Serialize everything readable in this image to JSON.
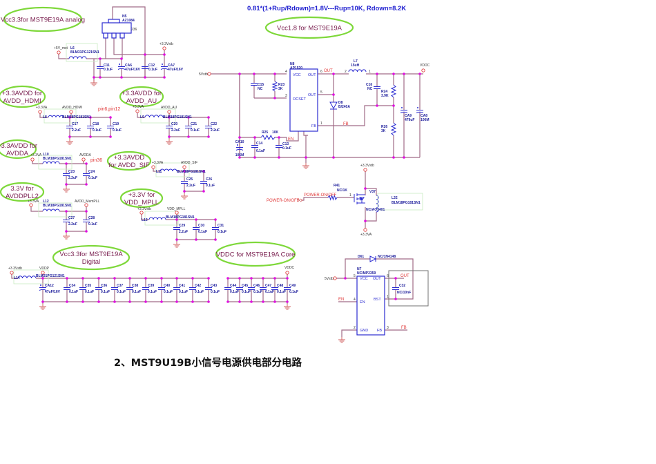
{
  "title": "2、MST9U19B小信号电源供电部分电路",
  "formula": "0.81*(1+Rup/Rdown)=1.8V---Rup=10K, Rdown=8.2K",
  "colors": {
    "wire": "#a06a86",
    "symbol": "#2a2ad0",
    "junction": "#e010e0",
    "note_outline": "#7ed83a",
    "note_text": "#7a2050",
    "red_label": "#e03a3a"
  },
  "analog": {
    "note": [
      "Vcc3.3for MST9E19A analog"
    ],
    "reg_ref": "N5",
    "reg_part": "AZ1084",
    "reg_pkg": "236",
    "in_net": "+5V_mst",
    "out_net": "+3.3Vstb",
    "net_5vstb": "5Vstb",
    "inductor": {
      "ref": "L6",
      "value": "BLM31PG121SN1"
    },
    "caps": [
      {
        "ref": "C11",
        "value": "0.1uF"
      },
      {
        "ref": "CA6",
        "value": "47uF/16V"
      },
      {
        "ref": "C12",
        "value": "0.1uF"
      },
      {
        "ref": "CA7",
        "value": "47uF/16V"
      }
    ]
  },
  "vcc18": {
    "note": [
      "Vcc1.8 for MST9E19A"
    ],
    "in_net": "5Vstb",
    "out_net": "VDDC",
    "ic": {
      "ref": "N8",
      "part": "AP1520",
      "pins": {
        "vcc": "VCC",
        "ocset": "OCSET",
        "out1": "OUT",
        "out2": "OUT",
        "fb": "FB"
      },
      "pin_numbers": {
        "vcc": "4",
        "ocset": "3",
        "out1": "6",
        "out2": "5",
        "fb": "1"
      }
    },
    "out_label": "OUT",
    "fb_label": "FB",
    "en_label": "EN",
    "inductor": {
      "ref": "L7",
      "value": "15uH",
      "pin_a": "2",
      "pin_b": "1"
    },
    "diode": {
      "ref": "D8",
      "value": "B/240A"
    },
    "parts": {
      "C15": {
        "ref": "C15",
        "value": "NC"
      },
      "R23": {
        "ref": "R23",
        "value": "3K"
      },
      "R25": {
        "ref": "R25",
        "value": "10K"
      },
      "CA10": {
        "ref": "CA10",
        "value": "106M"
      },
      "C14": {
        "ref": "C14",
        "value": "0.1uF"
      },
      "C13": {
        "ref": "C13",
        "value": "0.1uF"
      },
      "C16": {
        "ref": "C16",
        "value": "NC"
      },
      "R24": {
        "ref": "R24",
        "value": "3.9K"
      },
      "R26": {
        "ref": "R26",
        "value": "3K"
      },
      "CA9": {
        "ref": "CA9",
        "value": "479uF"
      },
      "CA8": {
        "ref": "CA8",
        "value": "106M"
      }
    }
  },
  "hdmi": {
    "note": [
      "+3.3AVDD for",
      "AVDD_HDMI"
    ],
    "in_net": "+3.3VA",
    "out_net": "AVDD_HDMI",
    "inductor": {
      "ref": "L8",
      "value": "BLM18PG181SN1"
    },
    "pin_note": "pin6,pin12",
    "caps": [
      {
        "ref": "C17",
        "value": "2.2uF"
      },
      {
        "ref": "C18",
        "value": "0.1uF"
      },
      {
        "ref": "C19",
        "value": "0.1uF"
      }
    ]
  },
  "au": {
    "note": [
      "+3.3AVDD for",
      "AVDD_AU"
    ],
    "in_net": "+3.3VA",
    "out_net": "AVDD_AU",
    "inductor": {
      "ref": "L9",
      "value": "BLM18PG181SN1"
    },
    "caps": [
      {
        "ref": "C20",
        "value": "2.2uF"
      },
      {
        "ref": "C21",
        "value": "0.1uF"
      },
      {
        "ref": "C22",
        "value": "2.2uF"
      }
    ]
  },
  "avdda": {
    "note": [
      "+3.3AVDD for",
      "AVDDA"
    ],
    "in_net": "+3.3VA",
    "out_net": "AVDDA",
    "inductor": {
      "ref": "L10",
      "value": "BLM18PG181SN1"
    },
    "pin_note": "pin36",
    "caps": [
      {
        "ref": "C23",
        "value": "2.2uF"
      },
      {
        "ref": "C24",
        "value": "0.1uF"
      }
    ]
  },
  "sif": {
    "note": [
      "+3.3AVDD",
      "for AVDD_SIF"
    ],
    "in_net": "+3.3VA",
    "out_net": "AVDD_SIF",
    "inductor": {
      "ref": "L11",
      "value": "BLM18PG181SN1"
    },
    "caps": [
      {
        "ref": "C25",
        "value": "2.2uF"
      },
      {
        "ref": "C26",
        "value": "0.1uF"
      }
    ]
  },
  "pll2": {
    "note": [
      "3.3V    for",
      "AVDDPLL2"
    ],
    "in_net": "+3.3VA",
    "out_net": "AVDD_MemPLL",
    "inductor": {
      "ref": "L12",
      "value": "BLM18PG181SN1"
    },
    "caps": [
      {
        "ref": "C27",
        "value": "2.2uF"
      },
      {
        "ref": "C28",
        "value": "0.1uF"
      }
    ]
  },
  "mpll": {
    "note": [
      "+3.3V  for",
      "VDD_MPLL"
    ],
    "in_net": "+3.3Vstb",
    "out_net": "VDD_MPLL",
    "inductor": {
      "ref": "L13",
      "value": "BLM18PG181SN1"
    },
    "caps": [
      {
        "ref": "C29",
        "value": "2.2uF"
      },
      {
        "ref": "C30",
        "value": "0.1uF"
      },
      {
        "ref": "C31",
        "value": "0.1uF"
      }
    ]
  },
  "digital": {
    "note": [
      "Vcc3.3for MST9E19A",
      "Digital"
    ],
    "in_net": "+3.3Vstb",
    "out_net": "VDDP",
    "inductor": {
      "ref": "L14",
      "value": "BLM31PG121SN1"
    },
    "caps": [
      {
        "ref": "CA12",
        "value": "47uF/16V"
      },
      {
        "ref": "C34",
        "value": "0.1uF"
      },
      {
        "ref": "C35",
        "value": "0.1uF"
      },
      {
        "ref": "C36",
        "value": "0.1uF"
      },
      {
        "ref": "C37",
        "value": "0.1uF"
      },
      {
        "ref": "C38",
        "value": "0.1uF"
      },
      {
        "ref": "C39",
        "value": "0.1uF"
      },
      {
        "ref": "C40",
        "value": "0.1uF"
      },
      {
        "ref": "C41",
        "value": "0.1uF"
      },
      {
        "ref": "C42",
        "value": "0.1uF"
      },
      {
        "ref": "C43",
        "value": "0.1uF"
      }
    ]
  },
  "core": {
    "note": [
      "VDDC for MST9E19A Core"
    ],
    "out_net": "VDDC",
    "caps": [
      {
        "ref": "C44",
        "value": "0.1uF"
      },
      {
        "ref": "C45",
        "value": "0.1uF"
      },
      {
        "ref": "C46",
        "value": "0.1uF"
      },
      {
        "ref": "C47",
        "value": "0.1uF"
      },
      {
        "ref": "C48",
        "value": "0.1uF"
      },
      {
        "ref": "C49",
        "value": "0.1uF"
      }
    ]
  },
  "switch": {
    "top_net": "+3.3Vstb",
    "bottom_net": "+3.3VA",
    "signal": "POWER-ON/OFF",
    "signal_net": "POWER-ON/OFF",
    "resistor": {
      "ref": "R41",
      "value": "NC/1K",
      "pin": "1"
    },
    "mosfet": {
      "ref": "V37",
      "value": "NC/AO3401"
    },
    "inductor": {
      "ref": "L32",
      "value": "BLM18PG181SN1"
    }
  },
  "n7": {
    "in_net": "5Vstb",
    "ref": "N7",
    "part": "NC/MP2359",
    "pins": {
      "vcc": "VCC",
      "en": "EN",
      "gnd": "GND",
      "out": "OUT",
      "bst": "BST",
      "fb": "FB"
    },
    "pin_numbers": {
      "vcc": "5",
      "en": "4",
      "gnd": "2",
      "out": "6",
      "bst": "1",
      "fb": "3"
    },
    "en_label": "EN",
    "out_label": "OUT",
    "fb_label": "FB",
    "diode": {
      "ref": "D61",
      "value": "NC/1N4148"
    },
    "cap": {
      "ref": "C32",
      "value": "NC/10nF"
    }
  }
}
